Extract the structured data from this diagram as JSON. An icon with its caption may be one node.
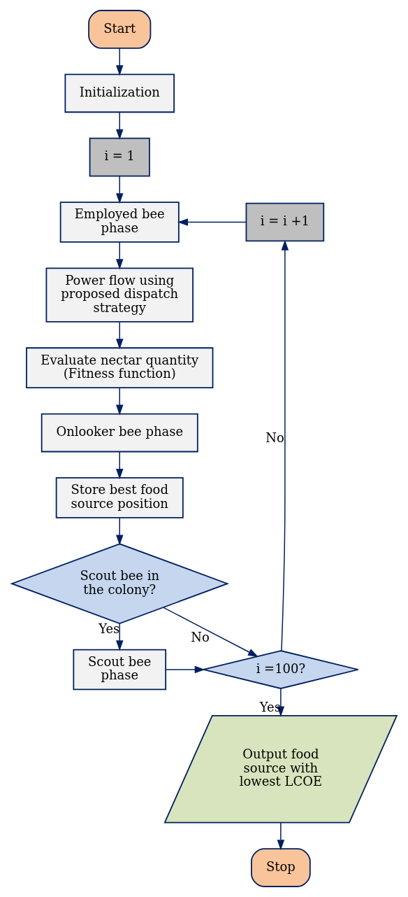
{
  "diagram": {
    "nodes": [
      {
        "text": [
          "Start"
        ]
      },
      {
        "text": [
          "Initialization"
        ]
      },
      {
        "text": [
          "i = 1"
        ]
      },
      {
        "text": [
          "Employed bee phase"
        ]
      },
      {
        "text": [
          "Power flow using proposed dispatch strategy"
        ]
      },
      {
        "text": [
          "Evaluate nectar quantity (Fitness function)"
        ]
      },
      {
        "text": [
          "Onlooker bee phase"
        ]
      },
      {
        "text": [
          "Store best food source position"
        ]
      },
      {
        "text": [
          "Scout bee in the colony?"
        ]
      },
      {
        "text": [
          "Scout bee phase"
        ]
      },
      {
        "text": [
          "i =100?"
        ]
      },
      {
        "text": [
          "Output food source with lowest LCOE"
        ]
      },
      {
        "text": [
          "Stop"
        ]
      },
      {
        "text": [
          "i = i +1"
        ]
      }
    ],
    "edges": [
      {
        "from": 0,
        "to": 1,
        "arrow": "to"
      },
      {
        "from": 1,
        "to": 2,
        "arrow": "to"
      },
      {
        "from": 2,
        "to": 3,
        "arrow": "to"
      },
      {
        "from": 3,
        "to": 4,
        "arrow": "to"
      },
      {
        "from": 4,
        "to": 5,
        "arrow": "to"
      },
      {
        "from": 5,
        "to": 6,
        "arrow": "to"
      },
      {
        "from": 6,
        "to": 7,
        "arrow": "to"
      },
      {
        "from": 7,
        "to": 8,
        "arrow": "to"
      },
      {
        "from": 8,
        "to": 9,
        "arrow": "to",
        "label": "Yes"
      },
      {
        "from": 8,
        "to": 10,
        "arrow": "to",
        "label": "No"
      },
      {
        "from": 9,
        "to": 10,
        "arrow": "to"
      },
      {
        "from": 10,
        "to": 11,
        "arrow": "to",
        "label": "Yes"
      },
      {
        "from": 11,
        "to": 12,
        "arrow": "to"
      },
      {
        "from": 10,
        "to": 13,
        "arrow": "to",
        "label": "No"
      },
      {
        "from": 13,
        "to": 3,
        "arrow": "to"
      }
    ]
  }
}
